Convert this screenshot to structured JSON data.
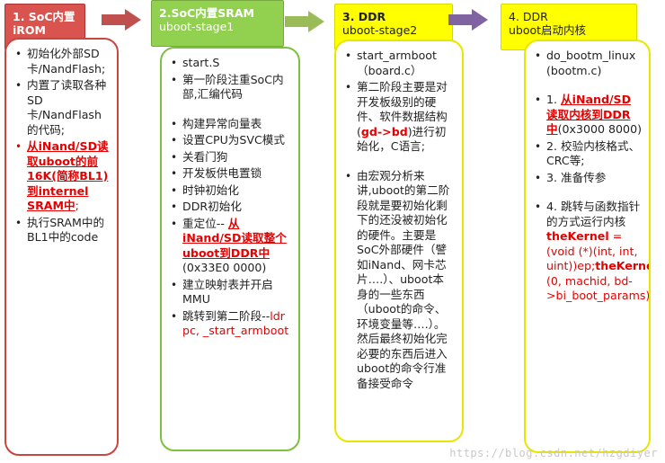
{
  "stages": [
    {
      "header": {
        "line1": "1. SoC内置",
        "line2": "iROM"
      },
      "colors": {
        "header_bg": "#d9534f",
        "border": "#c9453f",
        "accent": "#e60000"
      },
      "items": [
        {
          "parts": [
            {
              "t": "初始化外部SD卡/NandFlash;"
            }
          ]
        },
        {
          "parts": [
            {
              "t": "内置了读取各种SD卡/NandFlash的代码;"
            }
          ]
        },
        {
          "red_bullet": true,
          "parts": [
            {
              "t": "从iNand/SD读取uboot的前16K(简称BL1)到internel SRAM中",
              "s": "red-ub"
            },
            {
              "t": ";"
            }
          ]
        },
        {
          "parts": [
            {
              "t": "执行SRAM中的BL1中的code"
            }
          ]
        }
      ]
    },
    {
      "header": {
        "line1": "2.SoC内置SRAM",
        "line2": "uboot-stage1"
      },
      "colors": {
        "header_bg": "#92d050",
        "border": "#7fbf3f"
      },
      "items": [
        {
          "parts": [
            {
              "t": "start.S"
            }
          ]
        },
        {
          "parts": [
            {
              "t": "第一阶段注重SoC内部,汇编代码"
            }
          ],
          "gap_after": true
        },
        {
          "parts": [
            {
              "t": "构建异常向量表"
            }
          ]
        },
        {
          "parts": [
            {
              "t": "设置CPU为SVC模式"
            }
          ]
        },
        {
          "parts": [
            {
              "t": "关看门狗"
            }
          ]
        },
        {
          "parts": [
            {
              "t": "开发板供电置锁"
            }
          ]
        },
        {
          "parts": [
            {
              "t": "时钟初始化"
            }
          ]
        },
        {
          "parts": [
            {
              "t": "DDR初始化"
            }
          ]
        },
        {
          "parts": [
            {
              "t": "重定位-- "
            },
            {
              "t": "从iNand/SD读取整个uboot到DDR中",
              "s": "red-ub"
            },
            {
              "t": "(0x33E0 0000)"
            }
          ]
        },
        {
          "parts": [
            {
              "t": "建立映射表并开启MMU"
            }
          ]
        },
        {
          "parts": [
            {
              "t": "跳转到第二阶段--"
            },
            {
              "t": "ldr      pc, _start_armboot",
              "s": "red"
            }
          ]
        }
      ]
    },
    {
      "header": {
        "line1": "3. DDR",
        "line2": "uboot-stage2"
      },
      "colors": {
        "header_bg": "#ffff00",
        "border": "#e6e600"
      },
      "items": [
        {
          "parts": [
            {
              "t": "start_armboot （board.c）"
            }
          ]
        },
        {
          "parts": [
            {
              "t": "第二阶段主要是对开发板级别的硬件、软件数据结构("
            },
            {
              "t": "gd->bd",
              "s": "red-b"
            },
            {
              "t": ")进行初始化，C语言;"
            }
          ],
          "gap_after": true
        },
        {
          "parts": [
            {
              "t": "由宏观分析来讲,uboot的第二阶段就是要初始化剩下的还没被初始化的硬件。主要是SoC外部硬件（譬如iNand、网卡芯片….）、uboot本身的一些东西（uboot的命令、环境变量等….）。然后最终初始化完必要的东西后进入uboot的命令行准备接受命令"
            }
          ]
        }
      ]
    },
    {
      "header": {
        "line1": "4. DDR",
        "line2": "uboot启动内核"
      },
      "colors": {
        "header_bg": "#ffff00",
        "border": "#e6e600"
      },
      "items": [
        {
          "parts": [
            {
              "t": "do_bootm_linux (bootm.c)"
            }
          ],
          "gap_after": true
        },
        {
          "parts": [
            {
              "t": "1. "
            },
            {
              "t": "从iNand/SD读取内核到DDR中",
              "s": "red-ub"
            },
            {
              "t": "(0x3000 8000)"
            }
          ]
        },
        {
          "parts": [
            {
              "t": "2. 校验内核格式、CRC等;"
            }
          ]
        },
        {
          "parts": [
            {
              "t": "3. 准备传参"
            }
          ],
          "gap_after": true
        },
        {
          "parts": [
            {
              "t": "4. 跳转与函数指针的方式运行内核"
            },
            {
              "t": "theKernel",
              "s": "red-b"
            },
            {
              "t": " = (void (*)(int, int, uint))ep;",
              "s": "red"
            },
            {
              "t": "theKernel",
              "s": "red-b"
            },
            {
              "t": " (0, machid, bd->bi_boot_params);",
              "s": "red"
            }
          ]
        }
      ]
    }
  ],
  "arrows": [
    {
      "color": "#c0504d"
    },
    {
      "color": "#9bbb59"
    },
    {
      "color": "#8064a2"
    }
  ],
  "watermark": "https://blog.csdn.net/hzgdiyer"
}
